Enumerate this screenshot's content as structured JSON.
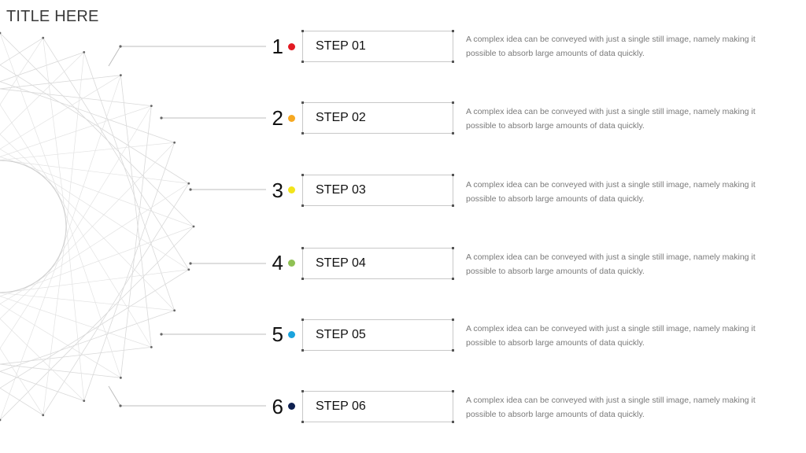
{
  "title": "TITLE HERE",
  "steps": [
    {
      "number": "1",
      "label": "STEP 01",
      "color": "#e21a22",
      "description": "A complex idea can be conveyed with just a single still image, namely making it possible to absorb large amounts of data quickly."
    },
    {
      "number": "2",
      "label": "STEP 02",
      "color": "#f6a821",
      "description": "A complex idea can be conveyed with just a single still image, namely making it possible to absorb large amounts of data quickly."
    },
    {
      "number": "3",
      "label": "STEP 03",
      "color": "#f2e41b",
      "description": "A complex idea can be conveyed with just a single still image, namely making it possible to absorb large amounts of data quickly."
    },
    {
      "number": "4",
      "label": "STEP 04",
      "color": "#8fc154",
      "description": "A complex idea can be conveyed with just a single still image, namely making it possible to absorb large amounts of data quickly."
    },
    {
      "number": "5",
      "label": "STEP 05",
      "color": "#1aa3dd",
      "description": "A complex idea can be conveyed with just a single still image, namely making it possible to absorb large amounts of data quickly."
    },
    {
      "number": "6",
      "label": "STEP 06",
      "color": "#0d1f4f",
      "description": "A complex idea can be conveyed with just a single still image, namely making it possible to absorb large amounts of data quickly."
    }
  ]
}
